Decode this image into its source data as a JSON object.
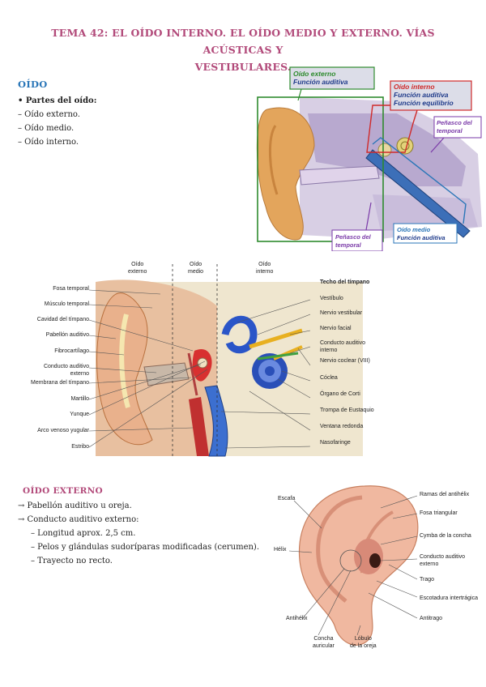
{
  "title_line1": "TEMA 42: EL OÍDO INTERNO. EL OÍDO MEDIO Y EXTERNO. VÍAS ACÚSTICAS Y",
  "title_line2": "VESTIBULARES.",
  "oido": {
    "heading": "OÍDO",
    "parts_heading": "• Partes del oído:",
    "items": [
      "– Oído externo.",
      "– Oído medio.",
      "– Oído interno."
    ]
  },
  "figure1": {
    "externo": {
      "line1": "Oído externo",
      "line2": "Función auditiva",
      "color": "#2e8b2e"
    },
    "interno": {
      "line1": "Oído interno",
      "line2": "Función auditiva",
      "line3": "Función equilibrio",
      "color": "#d02a2a"
    },
    "penasco_right": {
      "line1": "Peñasco del",
      "line2": "temporal",
      "color": "#7a3aa8"
    },
    "penasco_bottom": {
      "line1": "Peñasco del",
      "line2": "temporal"
    },
    "medio": {
      "line1": "Oído medio",
      "line2": "Función auditiva",
      "color": "#2a76b8"
    }
  },
  "figure2": {
    "col_externo": [
      "Oído",
      "externo"
    ],
    "col_medio": [
      "Oído",
      "medio"
    ],
    "col_interno": [
      "Oído",
      "interno"
    ],
    "left_labels": [
      "Fosa temporal",
      "Músculo temporal",
      "Cavidad del tímpano",
      "Pabellón auditivo",
      "Fibrocartílago",
      "Conducto auditivo",
      "externo",
      "Membrana del tímpano",
      "Martillo",
      "Yunque",
      "Arco venoso yugular",
      "Estribo"
    ],
    "right_labels": [
      "Techo del tímpano",
      "Vestíbulo",
      "Nervio vestibular",
      "Nervio facial",
      "Conducto auditivo",
      "interno",
      "Nervio coclear (VIII)",
      "Cóclea",
      "Órgano de Corti",
      "Trompa de Eustaquio",
      "Ventana redonda",
      "Nasofaringe"
    ]
  },
  "externo": {
    "heading": "OÍDO EXTERNO",
    "items": [
      "→ Pabellón auditivo u oreja.",
      "→ Conducto auditivo externo:"
    ],
    "subitems": [
      "– Longitud aprox. 2,5 cm.",
      "– Pelos y glándulas sudoríparas modificadas (cerumen).",
      "– Trayecto no recto."
    ]
  },
  "figure3": {
    "labels": [
      "Escafa",
      "Hélix",
      "Antihélix",
      "Concha",
      "auricular",
      "Lóbulo",
      "de la oreja",
      "Ramas del antihélix",
      "Fosa triangular",
      "Cymba de la concha",
      "Conducto auditivo",
      "externo",
      "Trago",
      "Escotadura intertrágica",
      "Antitrago"
    ]
  }
}
